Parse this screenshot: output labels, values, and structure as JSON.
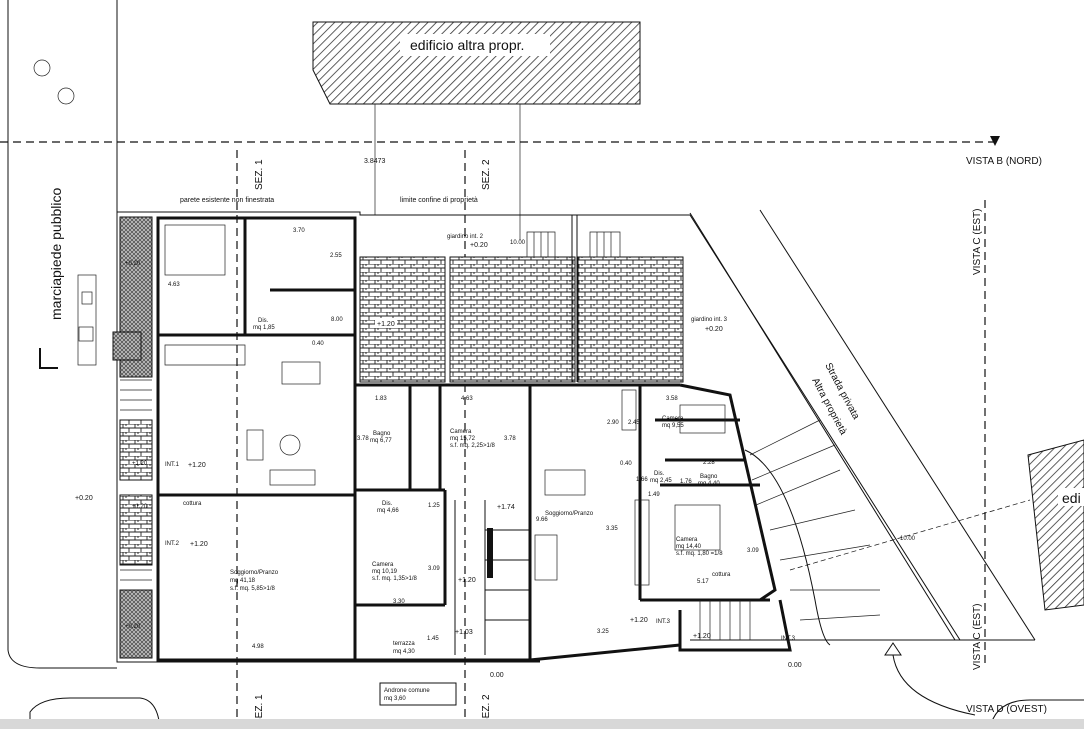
{
  "plan": {
    "top_building": "edificio altra propr.",
    "right_building": "edi",
    "sidewalk": "marciapiede pubblico",
    "road_line1": "Strada privata",
    "road_line2": "Altra proprietà",
    "wall_note": "parete esistente non finestrata",
    "boundary_note": "limite confine di proprietà",
    "distance_top": "3.8473",
    "distance_right": "10.00",
    "sections": {
      "sez1": "SEZ. 1",
      "sez2": "SEZ. 2"
    },
    "views": {
      "north": "VISTA B (NORD)",
      "east": "VISTA C (EST)",
      "west": "VISTA D (OVEST)"
    },
    "gardens": {
      "g2_name": "giardino int. 2",
      "g2_level": "+0.20",
      "g3_name": "giardino int. 3",
      "g3_level": "+0.20",
      "g_dist": "10.00"
    },
    "levels": {
      "sidewalk": "+0.20",
      "strip1": "+0.20",
      "strip2": "+0.20",
      "brick1": "+1.20",
      "brick2": "+1.20",
      "brick3": "+1.20",
      "int1": "+1.20",
      "int2": "+1.20",
      "stairs": "+1.74",
      "landing": "+1.20",
      "entry": "+1.03",
      "ground": "0.00",
      "int3a": "+1.20",
      "int3b": "+1.20",
      "ground2": "0.00"
    },
    "entrances": {
      "int1": "INT.1",
      "int2": "INT.2",
      "int3a": "INT.3",
      "int3b": "INT.3"
    },
    "rooms": {
      "dis1_name": "Dis.",
      "dis1_area": "mq 1,85",
      "bagno1_name": "Bagno",
      "bagno1_area": "mq 6,77",
      "camera1_name": "Camera",
      "camera1_area": "mq 15,72",
      "camera1_sf": "s.f. mq. 2,25>1/8",
      "cottura1": "cottura",
      "sogg1_name": "Soggiorno/Pranzo",
      "sogg1_area": "mq 41,18",
      "sogg1_sf": "s.f. mq. 5,85>1/8",
      "dis2_name": "Dis.",
      "dis2_area": "mq 4,66",
      "camera2_name": "Camera",
      "camera2_area": "mq 10,19",
      "camera2_sf": "s.f. mq. 1,35>1/8",
      "terrazza_name": "terrazza",
      "terrazza_area": "mq 4,30",
      "androne_name": "Androne comune",
      "androne_area": "mq 3,60",
      "camera3_name": "Camera",
      "camera3_area": "mq 9,55",
      "dis3_name": "Dis.",
      "dis3_area": "mq 2,45",
      "bagno3_name": "Bagno",
      "bagno3_area": "mq 4,40",
      "sogg3_name": "Soggiorno/Pranzo",
      "camera4_name": "Camera",
      "camera4_area": "mq 14,40",
      "camera4_sf": "s.f. mq. 1,80 =1/8",
      "cottura3": "cottura"
    },
    "dims": {
      "d370": "3.70",
      "d463a": "4.63",
      "d255": "2.55",
      "d800": "8.00",
      "d040a": "0.40",
      "d183": "1.83",
      "d463b": "4.63",
      "d378a": "3.78",
      "d378b": "3.78",
      "d125": "1.25",
      "d309a": "3.09",
      "d330": "3.30",
      "d498": "4.98",
      "d145": "1.45",
      "d358": "3.58",
      "d290": "2.90",
      "d245": "2.45",
      "d040b": "0.40",
      "d228": "2.28",
      "d166": "1.66",
      "d176": "1.76",
      "d149": "1.49",
      "d966": "9.66",
      "d335": "3.35",
      "d309b": "3.09",
      "d517": "5.17",
      "d325": "3.25"
    }
  }
}
